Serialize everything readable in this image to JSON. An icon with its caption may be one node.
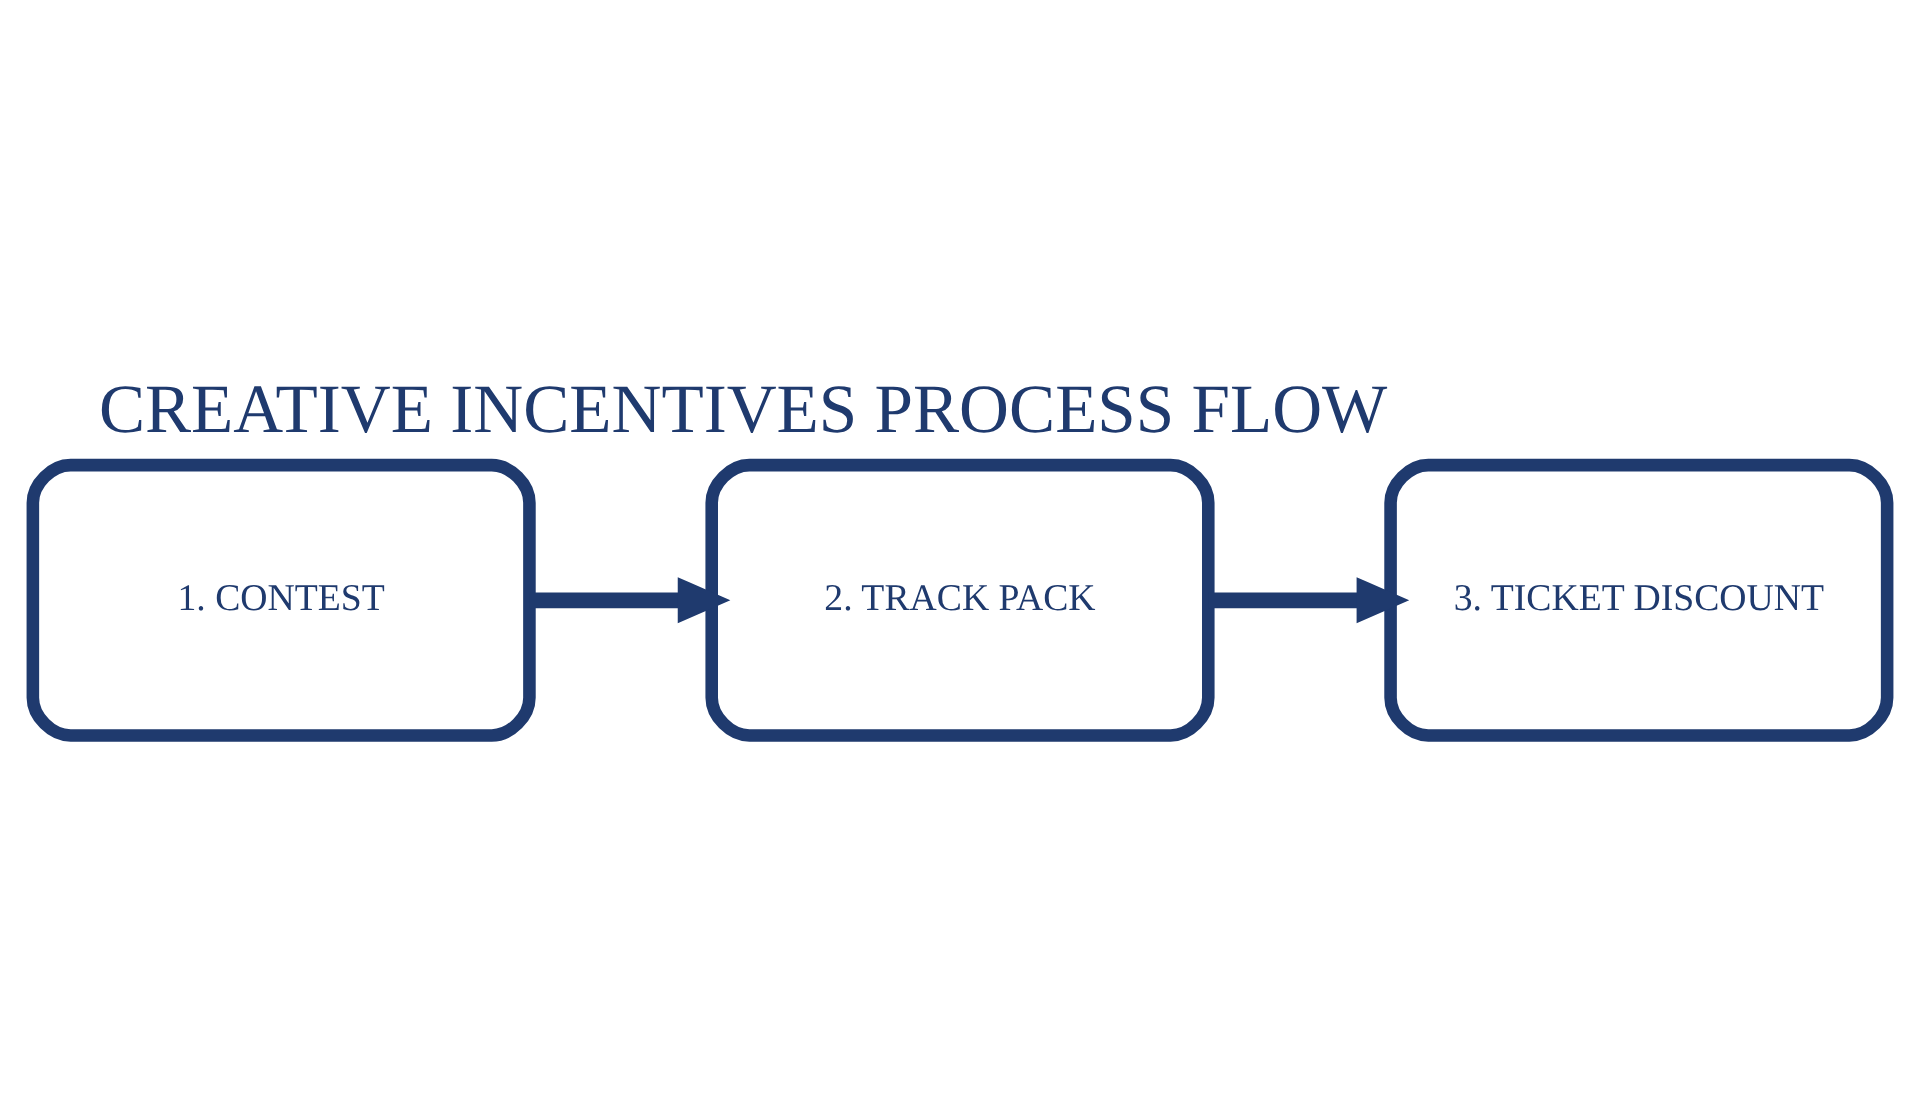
{
  "diagram": {
    "title": "CREATIVE INCENTIVES PROCESS FLOW",
    "nodes": [
      {
        "text": [
          "1. CONTEST"
        ]
      },
      {
        "text": [
          "2. TRACK PACK"
        ]
      },
      {
        "text": [
          "3. TICKET DISCOUNT"
        ]
      }
    ],
    "edges": [
      {
        "from": 0,
        "to": 1,
        "arrow": "to"
      },
      {
        "from": 1,
        "to": 2,
        "arrow": "to"
      }
    ]
  }
}
